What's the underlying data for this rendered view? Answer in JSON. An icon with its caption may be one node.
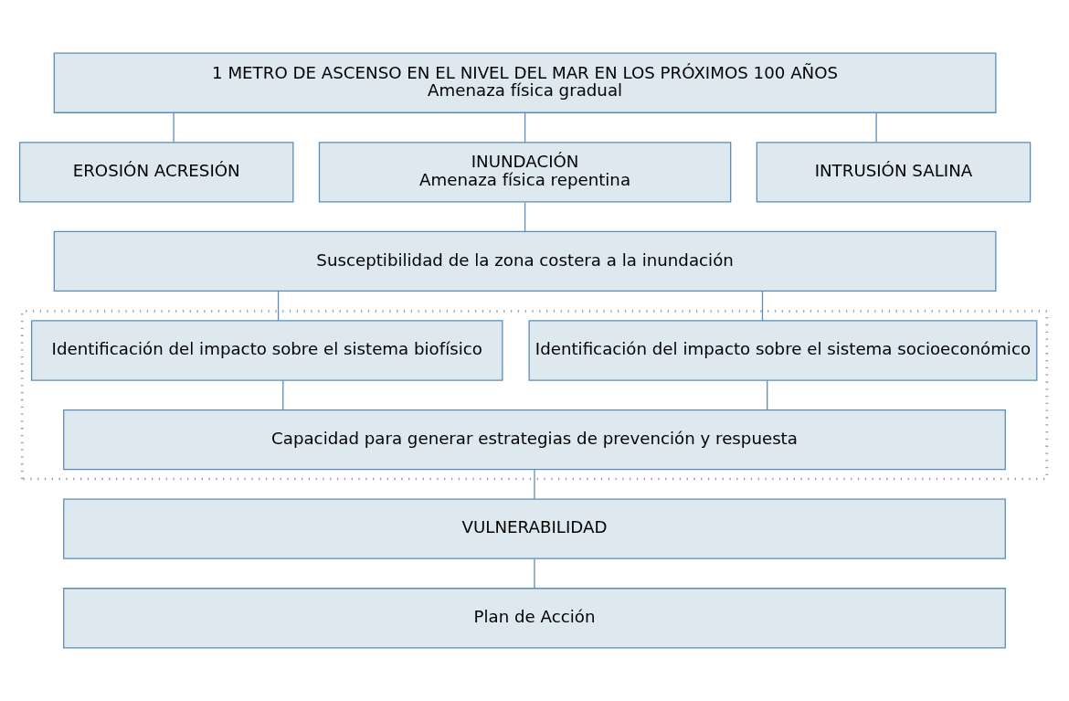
{
  "diagram": {
    "nodes": [
      {
        "text": [
          "1 METRO DE ASCENSO EN EL NIVEL DEL MAR EN LOS PRÓXIMOS 100 AÑOS",
          "Amenaza física gradual"
        ]
      },
      {
        "text": [
          "EROSIÓN ACRESIÓN"
        ]
      },
      {
        "text": [
          "INUNDACIÓN",
          "Amenaza física repentina"
        ]
      },
      {
        "text": [
          "INTRUSIÓN SALINA"
        ]
      },
      {
        "text": [
          "Susceptibilidad de la zona costera a la inundación"
        ]
      },
      {
        "text": [],
        "shape": "box"
      },
      {
        "text": [
          "Identificación del impacto sobre el sistema biofísico"
        ],
        "in": 5
      },
      {
        "text": [
          "Identificación del impacto sobre el sistema socioeconómico"
        ],
        "in": 5
      },
      {
        "text": [
          "Capacidad para generar estrategias de prevención y respuesta"
        ],
        "in": 5
      },
      {
        "text": [
          "VULNERABILIDAD"
        ]
      },
      {
        "text": [
          "Plan de Acción"
        ]
      }
    ],
    "edges": [
      {
        "from": 0,
        "to": 1,
        "arrow": "none"
      },
      {
        "from": 0,
        "to": 2,
        "arrow": "none"
      },
      {
        "from": 0,
        "to": 3,
        "arrow": "none"
      },
      {
        "from": 2,
        "to": 4,
        "arrow": "none"
      },
      {
        "from": 4,
        "to": 6,
        "arrow": "none"
      },
      {
        "from": 4,
        "to": 7,
        "arrow": "none"
      },
      {
        "from": 6,
        "to": 8,
        "arrow": "none"
      },
      {
        "from": 7,
        "to": 8,
        "arrow": "none"
      },
      {
        "from": 8,
        "to": 9,
        "arrow": "none"
      },
      {
        "from": 9,
        "to": 10,
        "arrow": "none"
      }
    ]
  }
}
